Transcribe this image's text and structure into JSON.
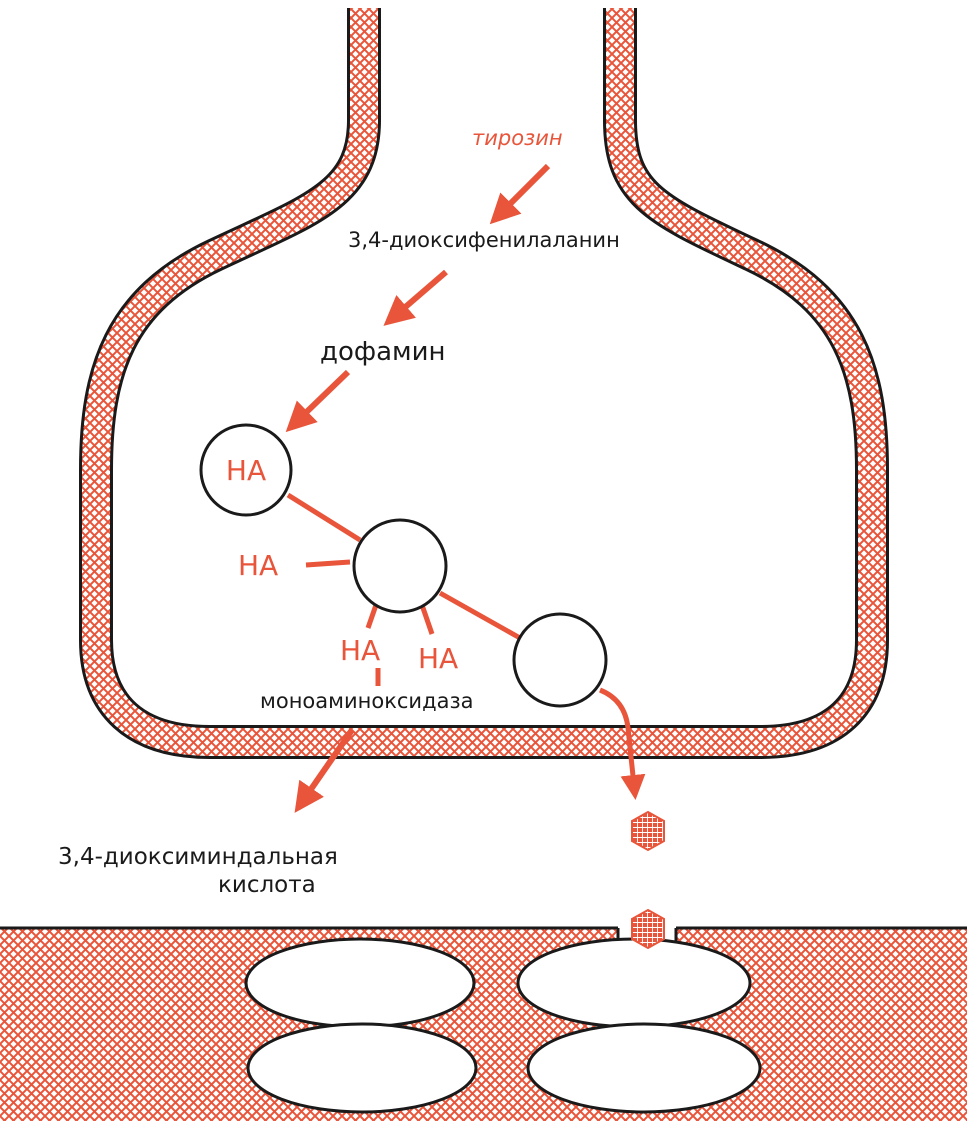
{
  "labels": {
    "tyrosine": "тирозин",
    "dopa": "3,4-диоксифенилаланин",
    "dopamine": "дофамин",
    "na_in_vesicle": "НА",
    "na_left": "НА",
    "na_bottom_left": "НА",
    "na_bottom_right": "НА",
    "mao": "моноаминоксидаза",
    "acid_line1": "3,4-диоксиминдальная",
    "acid_line2": "кислота"
  },
  "colors": {
    "accent": "#e8553a",
    "outline": "#1a1a1a",
    "background": "#ffffff"
  }
}
